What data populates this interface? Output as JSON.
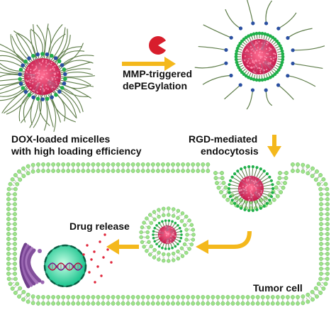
{
  "labels": {
    "mmp_line1": "MMP-triggered",
    "mmp_line2": "dePEGylation",
    "dox_line1": "DOX-loaded micelles",
    "dox_line2": "with high loading efficiency",
    "rgd_line1": "RGD-mediated",
    "rgd_line2": "endocytosis",
    "drug_release": "Drug release",
    "tumor_cell": "Tumor cell"
  },
  "icons": {
    "enzyme": "mmp-enzyme-icon",
    "organelle": "golgi-apparatus-icon",
    "nucleus": "cell-nucleus-icon"
  },
  "colors": {
    "arrow": "#f4b81c",
    "enzyme": "#d81e2c",
    "core": "#e23c6a",
    "core_dot": "#ff90b0",
    "peg_chain": "#5f7d4a",
    "peg_end": "#2a4fa0",
    "rgd_end": "#20b04a",
    "membrane_head": "#9ee38a",
    "membrane_tail": "#b8c4b0",
    "golgi": "#8a58a0",
    "nucleus": "#2fd6a0",
    "drug": "#e0253a"
  }
}
